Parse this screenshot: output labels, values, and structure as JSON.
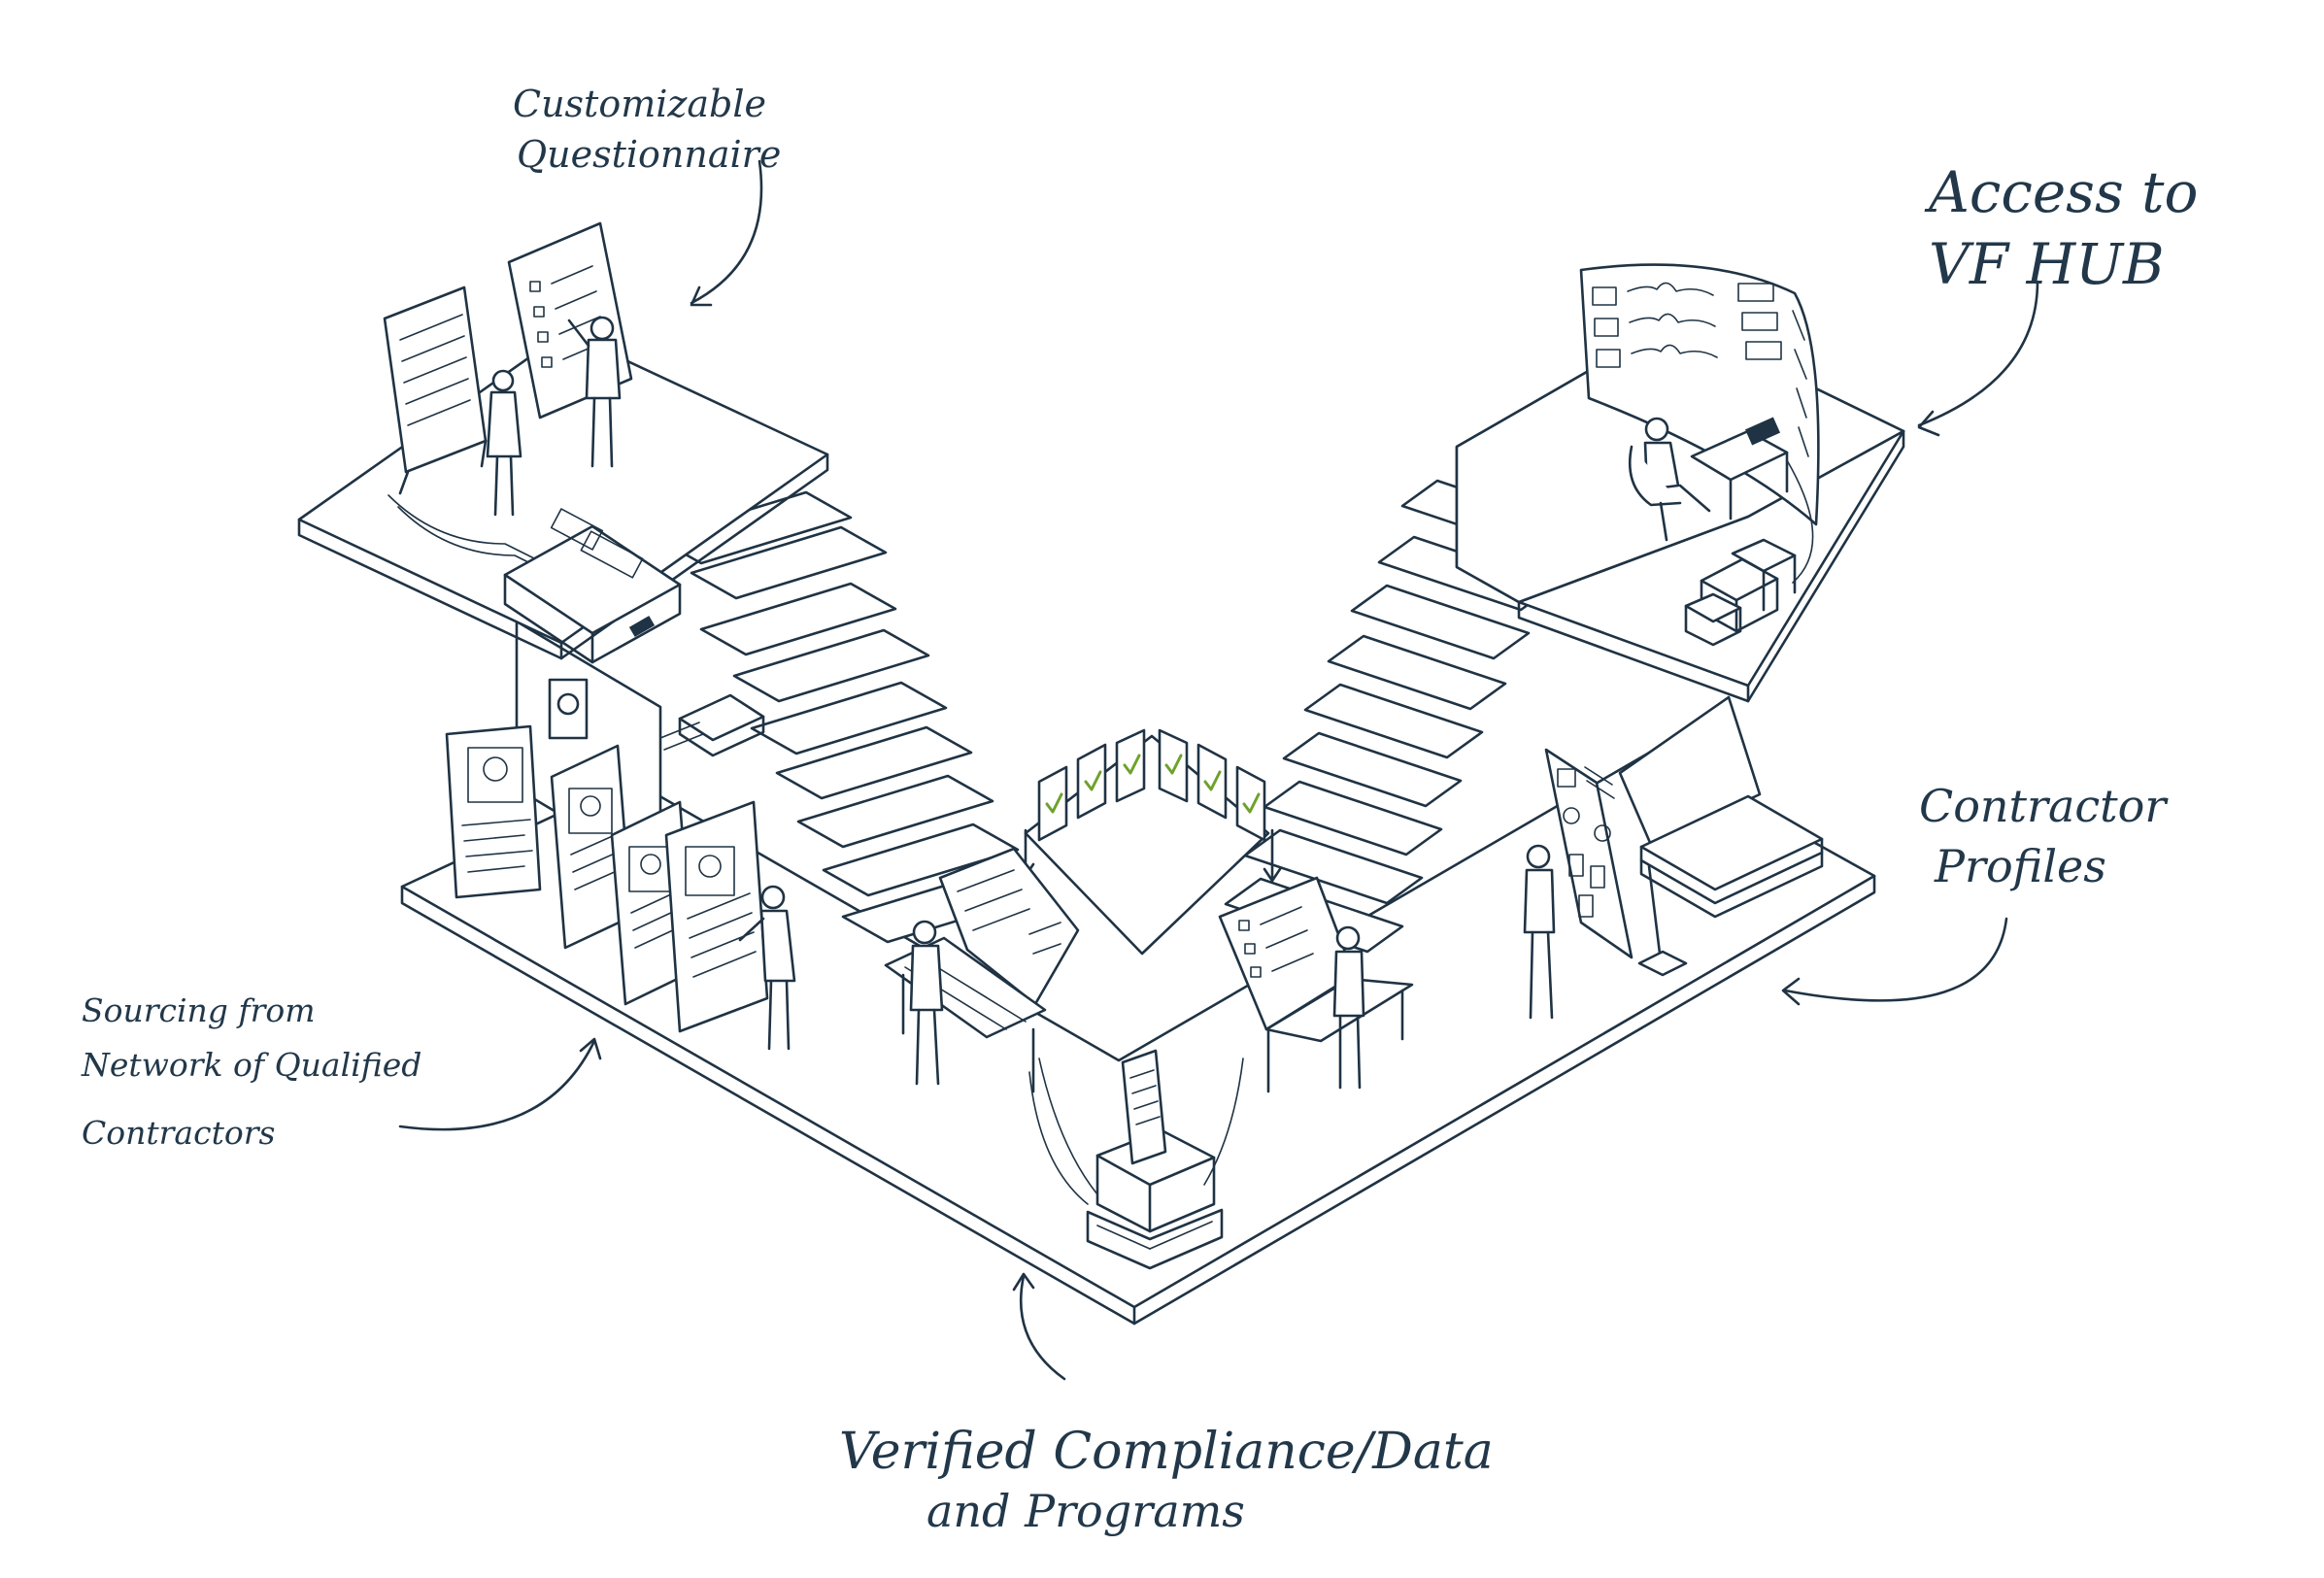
{
  "annotations": {
    "questionnaire": [
      "Customizable",
      "Questionnaire"
    ],
    "hub": [
      "Access to",
      "VF HUB"
    ],
    "sourcing": [
      "Sourcing from",
      "Network of Qualified",
      "Contractors"
    ],
    "profiles": [
      "Contractor",
      "Profiles"
    ],
    "compliance": [
      "Verified Compliance/Data",
      "and Programs"
    ]
  },
  "colors": {
    "ink": "#1f3344",
    "check": "#6ea22c",
    "background": "#ffffff"
  }
}
